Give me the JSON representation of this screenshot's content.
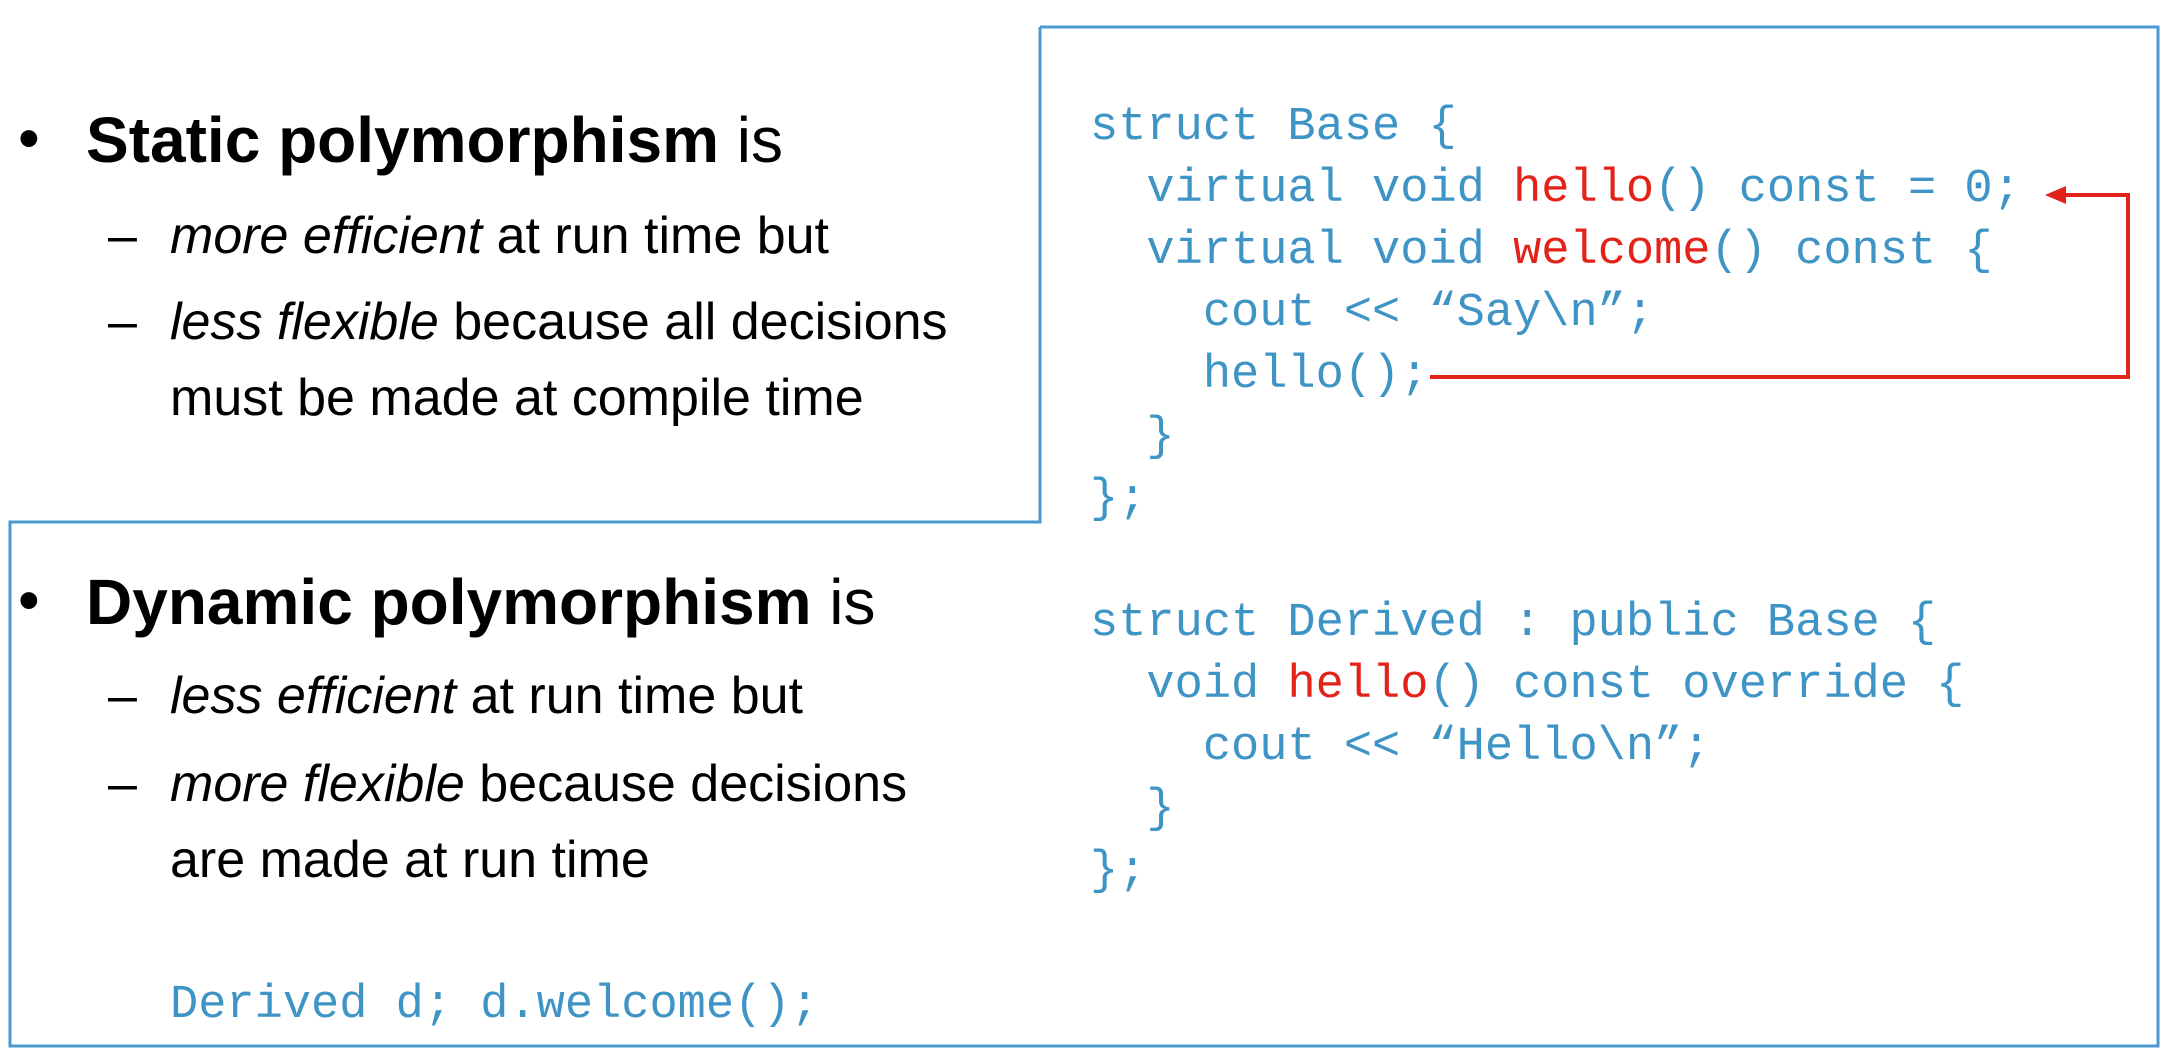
{
  "static_section": {
    "heading_bold": "Static polymorphism",
    "heading_rest": " is",
    "points": [
      {
        "italic": "more efficient",
        "rest": " at run time but"
      },
      {
        "italic": "less flexible",
        "rest": " because all decisions",
        "continuation": "must be made at compile time"
      }
    ]
  },
  "dynamic_section": {
    "heading_bold": "Dynamic polymorphism",
    "heading_rest": " is",
    "points": [
      {
        "italic": "less efficient",
        "rest": " at run time but"
      },
      {
        "italic": "more flexible",
        "rest": " because decisions",
        "continuation": "are made at run time"
      }
    ],
    "usage_code": "Derived d; d.welcome();"
  },
  "bullet_glyph": "•",
  "dash_glyph": "–",
  "code": {
    "lines": [
      {
        "segments": [
          {
            "t": "struct Base {"
          }
        ]
      },
      {
        "segments": [
          {
            "t": "  virtual void "
          },
          {
            "t": "hello",
            "red": true
          },
          {
            "t": "() const = 0;"
          }
        ]
      },
      {
        "segments": [
          {
            "t": "  virtual void "
          },
          {
            "t": "welcome",
            "red": true
          },
          {
            "t": "() const {"
          }
        ]
      },
      {
        "segments": [
          {
            "t": "    cout << “Say\\n”;"
          }
        ]
      },
      {
        "segments": [
          {
            "t": "    hello();"
          }
        ]
      },
      {
        "segments": [
          {
            "t": "  }"
          }
        ]
      },
      {
        "segments": [
          {
            "t": "};"
          }
        ]
      },
      {
        "segments": [
          {
            "t": ""
          }
        ]
      },
      {
        "segments": [
          {
            "t": "struct Derived : public Base {"
          }
        ]
      },
      {
        "segments": [
          {
            "t": "  void "
          },
          {
            "t": "hello",
            "red": true
          },
          {
            "t": "() const override {"
          }
        ]
      },
      {
        "segments": [
          {
            "t": "    cout << “Hello\\n”;"
          }
        ]
      },
      {
        "segments": [
          {
            "t": "  }"
          }
        ]
      },
      {
        "segments": [
          {
            "t": "};"
          }
        ]
      }
    ]
  },
  "colors": {
    "code_blue": "#3f94c6",
    "highlight_red": "#e2231a",
    "frame_blue": "#4a9ad1",
    "text": "#000000"
  }
}
